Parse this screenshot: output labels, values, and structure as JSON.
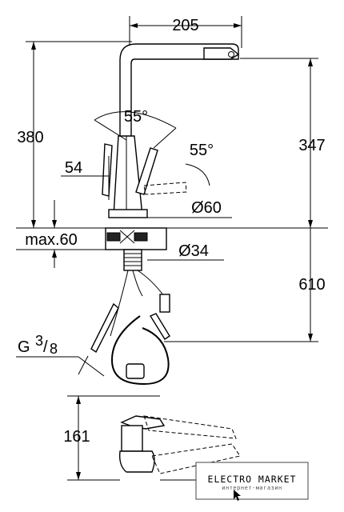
{
  "dimensions": {
    "spout_reach": "205",
    "total_height": "380",
    "spout_height": "347",
    "handle_angle_top": "55°",
    "handle_angle_side": "55°",
    "handle_offset": "54",
    "base_diameter": "Ø60",
    "max_thickness": "max.60",
    "hole_diameter": "Ø34",
    "hose_length": "610",
    "thread_prefix": "G",
    "thread_num": "3",
    "thread_den": "8",
    "side_height": "161"
  },
  "watermark": {
    "brand": "ELECTRO MARKET",
    "sub": "интернет-магазин"
  },
  "icons": {
    "cursor": "cursor-icon"
  }
}
